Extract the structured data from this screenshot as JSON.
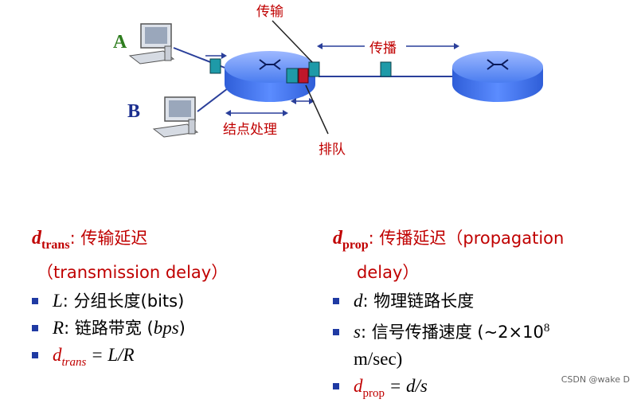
{
  "diagram": {
    "host_a": "A",
    "host_b": "B",
    "label_transmission": "传输",
    "label_propagation": "传播",
    "label_nodal_processing": "结点处理",
    "label_queueing": "排队"
  },
  "left_column": {
    "head_symbol": "d",
    "head_subscript": "trans",
    "head_text": ": 传输延迟",
    "head_line2": "（transmission delay）",
    "items": [
      {
        "sym": "L",
        "text": ": 分组长度(bits)"
      },
      {
        "sym": "R",
        "text": ": 链路带宽 (",
        "sym2": "bps",
        "tail": ")"
      },
      {
        "sym": "d",
        "sub": "trans",
        "text": " = L/R"
      }
    ]
  },
  "right_column": {
    "head_symbol": "d",
    "head_subscript": "prop",
    "head_text": ": 传播延迟（propagation",
    "head_line2": "delay）",
    "items": [
      {
        "sym": "d",
        "text": ": 物理链路长度"
      },
      {
        "sym": "s",
        "text": ": 信号传播速度 (~2×10",
        "sup": "8",
        "line2": "m/sec)"
      },
      {
        "sym": "d",
        "sub": "prop",
        "text": " = d/s"
      }
    ]
  },
  "watermark": "CSDN @wake D",
  "colors": {
    "accent_red": "#c00000",
    "router_blue": "#4a7df0",
    "packet_teal": "#1e9aa8",
    "bullet_blue": "#1f3aa3"
  }
}
